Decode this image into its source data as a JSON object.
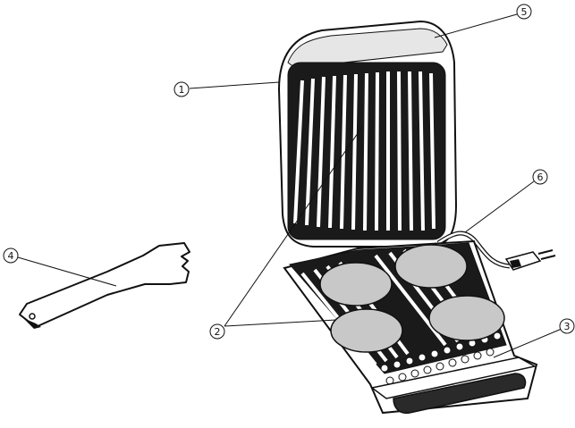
{
  "callouts": [
    {
      "id": "1",
      "label": "1"
    },
    {
      "id": "2",
      "label": "2"
    },
    {
      "id": "3",
      "label": "3"
    },
    {
      "id": "4",
      "label": "4"
    },
    {
      "id": "5",
      "label": "5"
    },
    {
      "id": "6",
      "label": "6"
    }
  ],
  "colors": {
    "outline": "#111111",
    "grill_plate": "#1a1a1a",
    "patty": "#c8c8c8",
    "body": "#ffffff",
    "drip_tray": "#2a2a2a"
  }
}
